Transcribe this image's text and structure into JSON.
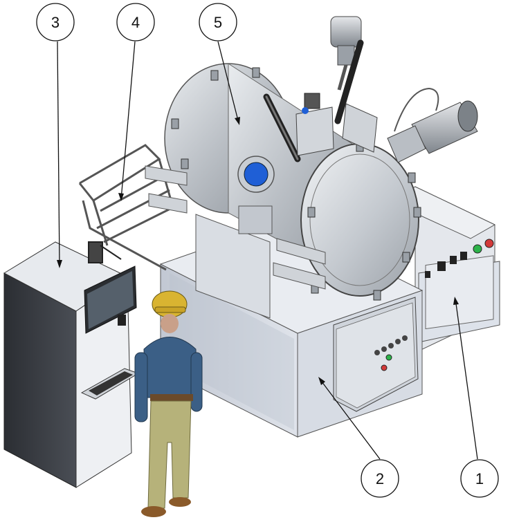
{
  "callouts": [
    {
      "id": "c3",
      "label": "3"
    },
    {
      "id": "c4",
      "label": "4"
    },
    {
      "id": "c5",
      "label": "5"
    },
    {
      "id": "c2",
      "label": "2"
    },
    {
      "id": "c1",
      "label": "1"
    }
  ],
  "colors": {
    "steel": "#c9cdd4",
    "steel_dark": "#8b8f96",
    "cabinet": "#3a3d42",
    "panel": "#d8dde6",
    "viewport_blue": "#1f5fd6",
    "helmet": "#d9b431",
    "jacket": "#3b5f86",
    "pants": "#b6b27a",
    "button_green": "#2db34a",
    "button_red": "#d23a3a"
  }
}
